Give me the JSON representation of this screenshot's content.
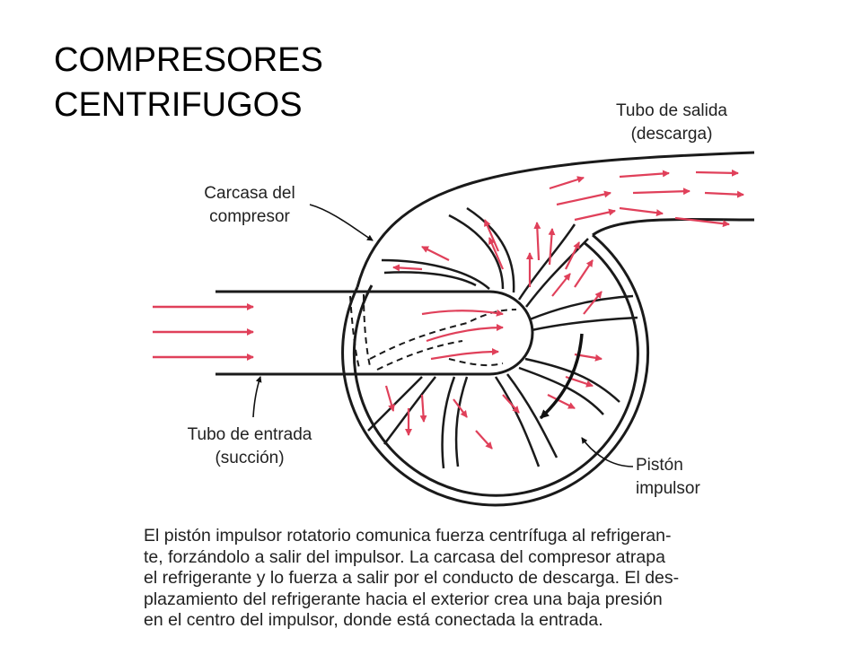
{
  "title": {
    "line1": "COMPRESORES",
    "line2": "CENTRIFUGOS"
  },
  "labels": {
    "outlet_line1": "Tubo de salida",
    "outlet_line2": "(descarga)",
    "casing_line1": "Carcasa del",
    "casing_line2": "compresor",
    "inlet_line1": "Tubo de entrada",
    "inlet_line2": "(succión)",
    "impeller_line1": "Pistón",
    "impeller_line2": "impulsor"
  },
  "caption": {
    "lines": [
      "El pistón impulsor rotatorio comunica fuerza centrífuga al refrigeran-",
      "te, forzándolo a salir del impulsor. La carcasa del compresor atrapa",
      "el refrigerante y lo fuerza a salir por el conducto de descarga. El des-",
      "plazamiento del refrigerante hacia el exterior crea una baja presión",
      "en el centro del impulsor, donde está conectada la entrada."
    ]
  },
  "colors": {
    "flow_arrow": "#e0405a",
    "line": "#1a1a1a"
  }
}
